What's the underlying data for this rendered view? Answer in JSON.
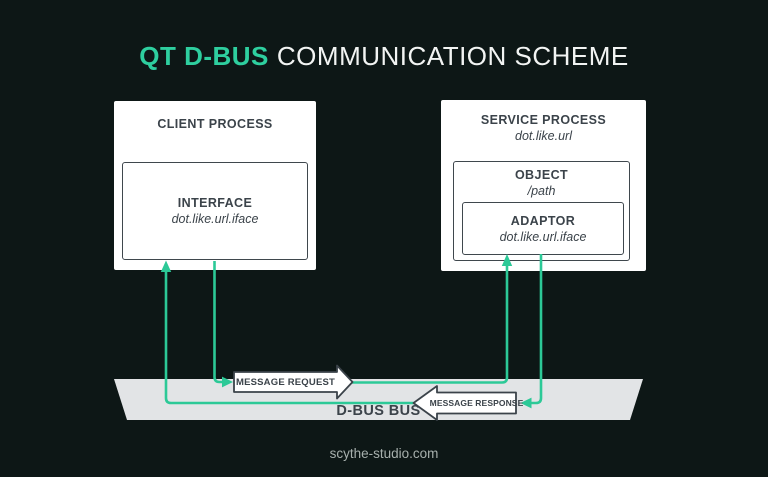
{
  "title": {
    "highlight": "QT D-BUS",
    "rest": "COMMUNICATION SCHEME"
  },
  "client": {
    "label": "CLIENT PROCESS",
    "interface": {
      "label": "INTERFACE",
      "address": "dot.like.url.iface"
    }
  },
  "service": {
    "label": "SERVICE PROCESS",
    "address": "dot.like.url",
    "object": {
      "label": "OBJECT",
      "path": "/path",
      "adaptor": {
        "label": "ADAPTOR",
        "address": "dot.like.url.iface"
      }
    }
  },
  "arrows": {
    "request": "MESSAGE REQUEST",
    "response": "MESSAGE RESPONSE"
  },
  "bus": {
    "label": "D-BUS BUS"
  },
  "footer": {
    "url": "scythe-studio.com"
  },
  "colors": {
    "background": "#0d1716",
    "accent_green": "#2cc997",
    "title_green": "#2ecf9f",
    "box_text": "#3b434a",
    "bus_fill": "#e2e4e6",
    "box_fill": "#ffffff"
  }
}
